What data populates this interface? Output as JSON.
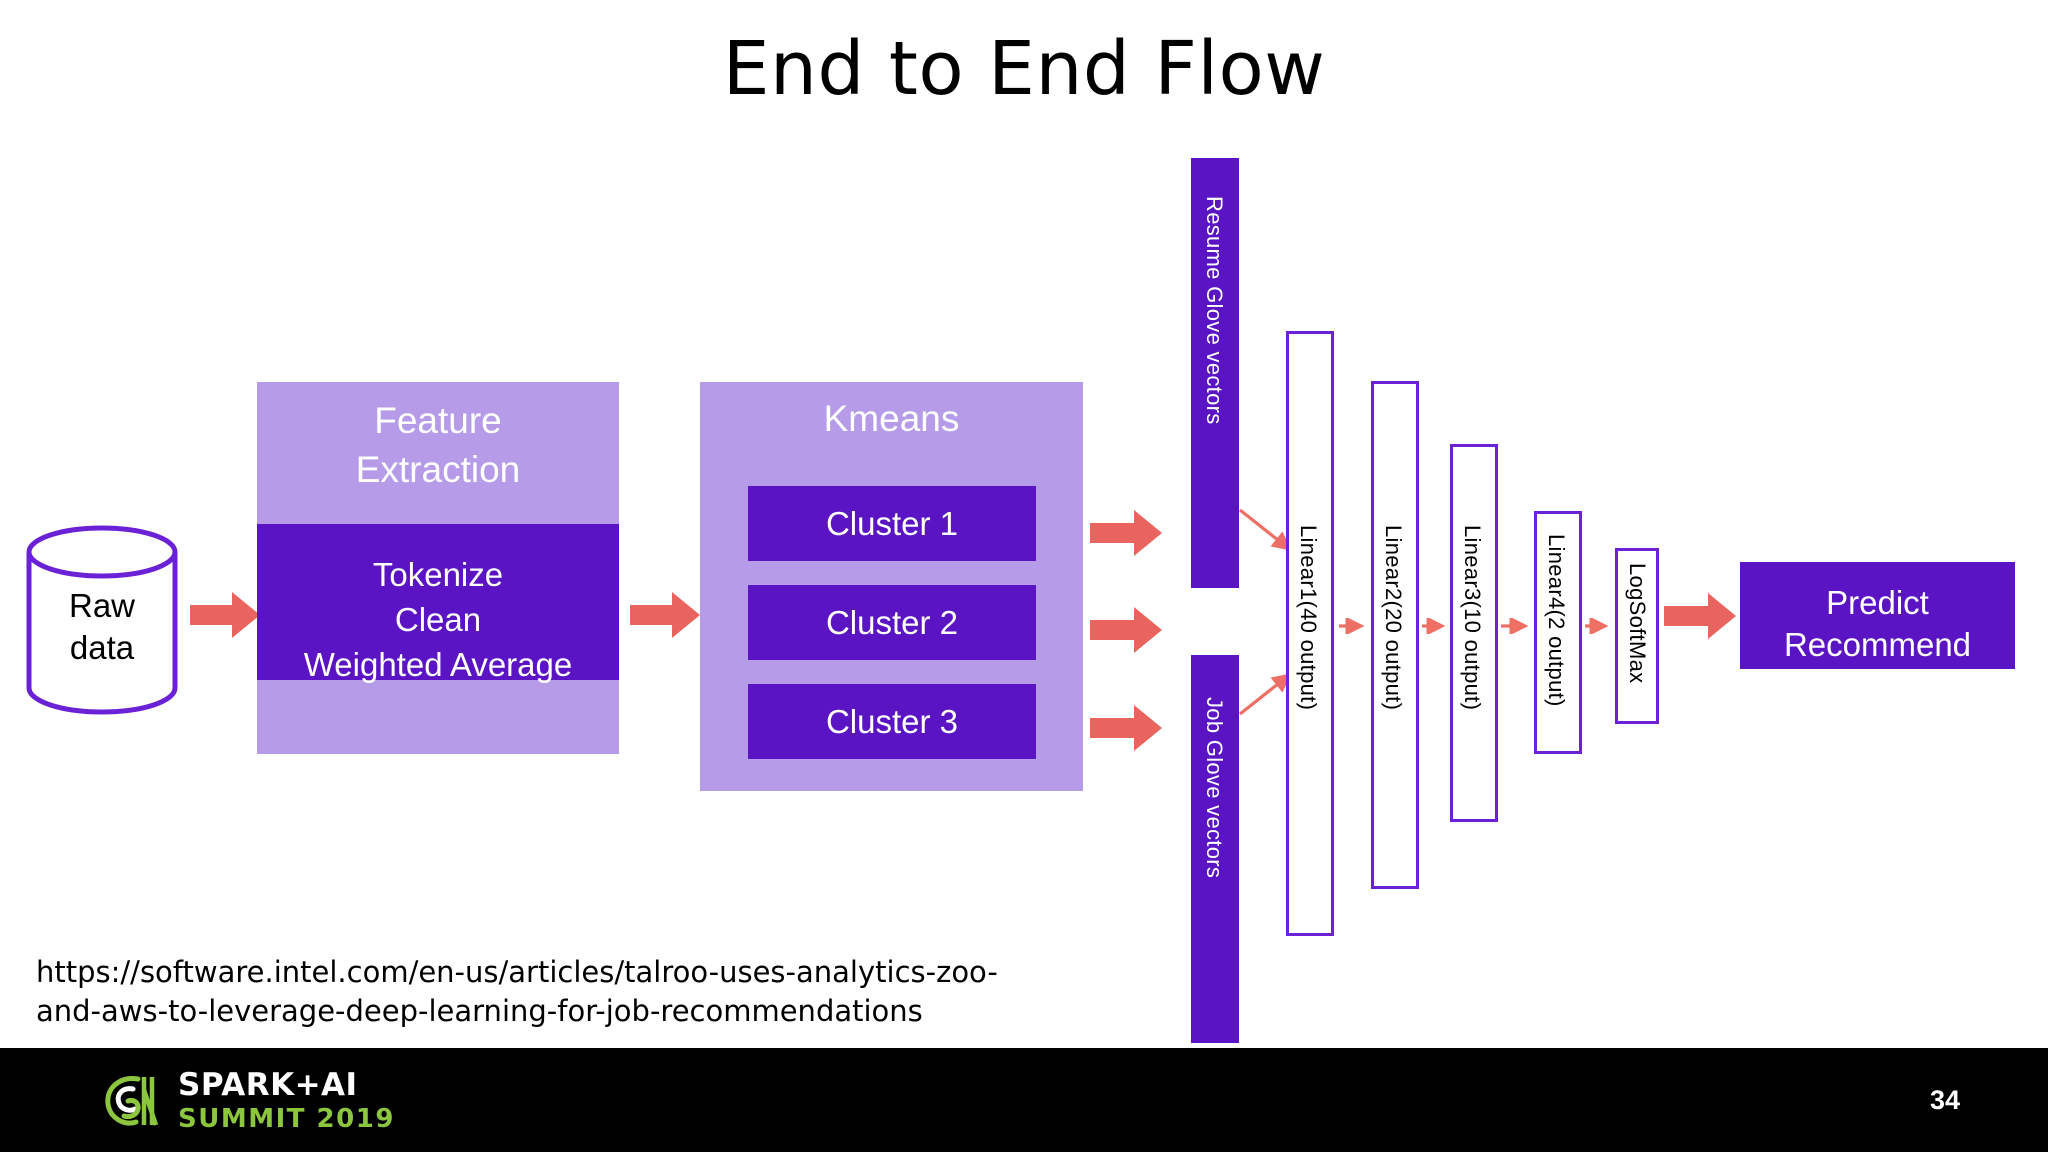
{
  "slide": {
    "title": "End to End Flow",
    "page_number": "34",
    "background_color": "#ffffff"
  },
  "colors": {
    "purple_dark": "#5b14c4",
    "purple_light": "#b69ce8",
    "purple_border": "#6b21d6",
    "arrow_red": "#e9645e",
    "thin_arrow_red": "#ee6f63",
    "footer_black": "#000000",
    "accent_green": "#8cc63e",
    "text_white": "#ffffff",
    "text_black": "#000000"
  },
  "source": {
    "title": "Feature Extraction",
    "raw_data_label": "Raw\ndata",
    "raw_data_shape": "database-cylinder"
  },
  "pipeline": {
    "feature_extraction": {
      "title": "Feature\nExtraction",
      "steps": "Tokenize\nClean\nWeighted Average",
      "steps_list": [
        "Tokenize",
        "Clean",
        "Weighted Average"
      ]
    },
    "kmeans": {
      "title": "Kmeans",
      "clusters": [
        "Cluster 1",
        "Cluster 2",
        "Cluster 3"
      ]
    },
    "glove_vectors": [
      {
        "label": "Resume Glove vectors"
      },
      {
        "label": "Job Glove vectors"
      }
    ],
    "network_layers": [
      {
        "label": "Linear1(40 output)"
      },
      {
        "label": "Linear2(20 output)"
      },
      {
        "label": "Linear3(10 output)"
      },
      {
        "label": "Linear4(2 output)"
      },
      {
        "label": "LogSoftMax"
      }
    ],
    "output": {
      "label": "Predict\nRecommend"
    }
  },
  "reference": {
    "url": "https://software.intel.com/en-us/articles/talroo-uses-analytics-zoo-\nand-aws-to-leverage-deep-learning-for-job-recommendations"
  },
  "footer": {
    "logo_primary": "SPARK+AI",
    "logo_secondary": "SUMMIT 2019",
    "logo_mark": "spark-summit-spiral-logo"
  }
}
